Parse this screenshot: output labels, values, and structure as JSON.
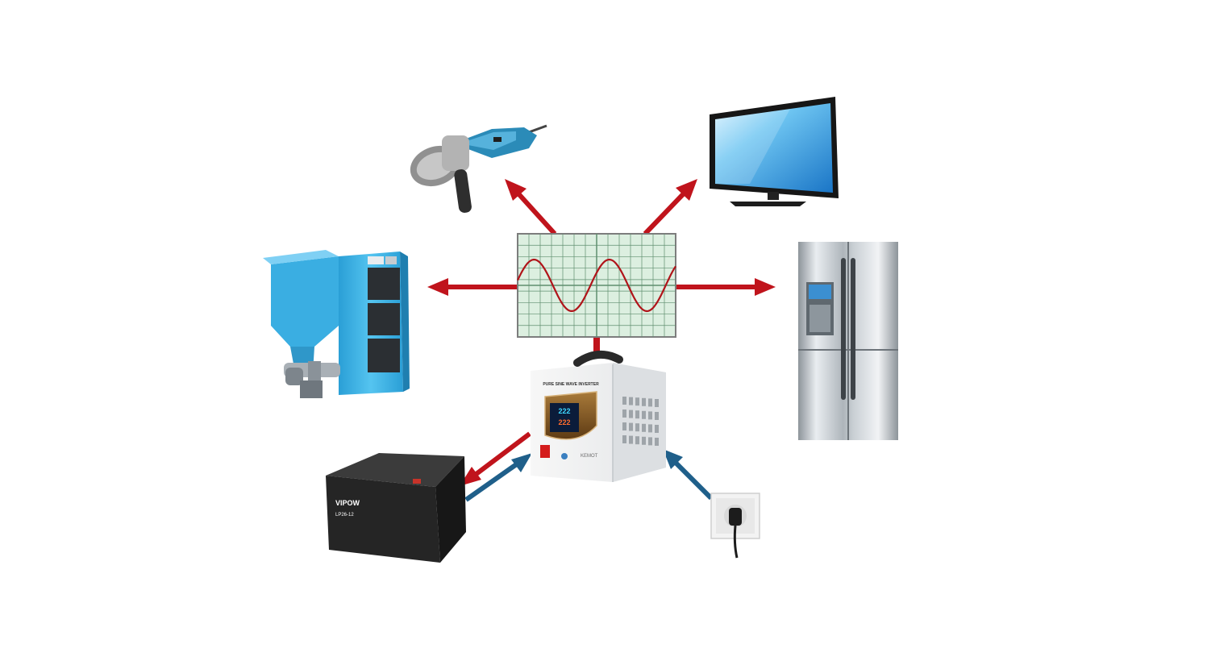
{
  "inverter": {
    "title": "PURE SINE WAVE INVERTER",
    "display_top": "222",
    "display_bottom": "222",
    "brand": "KEMOT"
  },
  "battery": {
    "brand": "VIPOW",
    "model": "LP26-12"
  },
  "colors": {
    "output_arrow": "#c0141c",
    "input_arrow": "#1f5f8a",
    "oscilloscope_bg": "#dcefe0",
    "oscilloscope_grid": "#5f8f6f",
    "sine_wave": "#b0141a",
    "device_blue": "#3db4e6"
  },
  "icons": [
    "angle-grinder-icon",
    "tv-icon",
    "pellet-boiler-icon",
    "refrigerator-icon",
    "oscilloscope-sine-icon",
    "inverter-icon",
    "battery-icon",
    "wall-socket-icon"
  ]
}
